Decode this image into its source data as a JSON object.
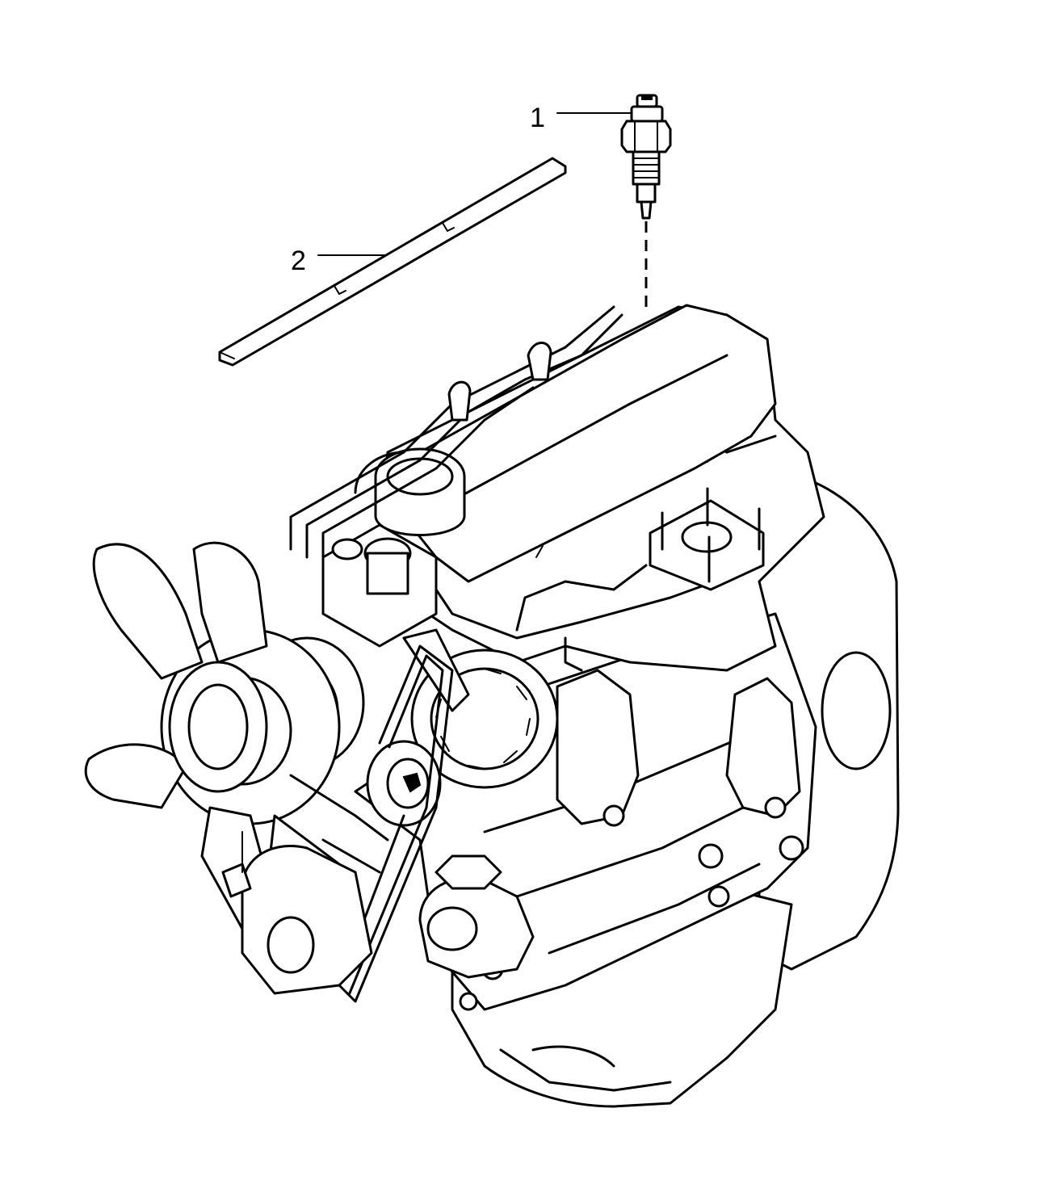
{
  "callouts": [
    {
      "number": "1",
      "part": "glow-plug"
    },
    {
      "number": "2",
      "part": "strip"
    }
  ],
  "colors": {
    "line": "#000000",
    "background": "#ffffff"
  }
}
